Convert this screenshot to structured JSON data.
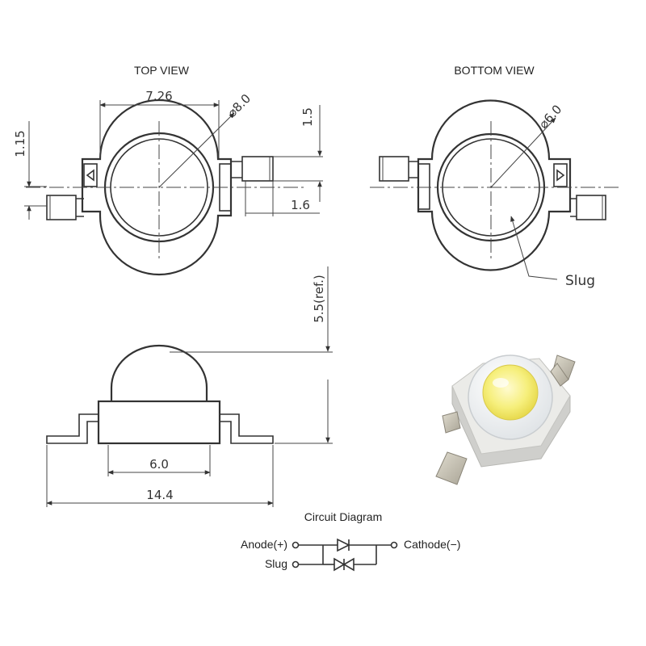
{
  "views": {
    "top_view_title": "TOP VIEW",
    "bottom_view_title": "BOTTOM VIEW"
  },
  "dimensions": {
    "top_width": "7.26",
    "top_diameter": "⌀8.0",
    "top_height_left": "1.15",
    "top_height_right": "1.5",
    "top_pad": "1.6",
    "bottom_diameter": "⌀6.0",
    "side_height": "5.5(ref.)",
    "side_base": "6.0",
    "side_total": "14.4"
  },
  "labels": {
    "slug": "Slug"
  },
  "circuit": {
    "title": "Circuit Diagram",
    "anode": "Anode(+)",
    "cathode": "Cathode(−)",
    "slug": "Slug"
  },
  "colors": {
    "line": "#333333",
    "led_chip": "#f6ef7c",
    "led_body": "#e8e8e6",
    "led_lens": "#f2f4f5",
    "pad_metal": "#c8c4b8"
  }
}
